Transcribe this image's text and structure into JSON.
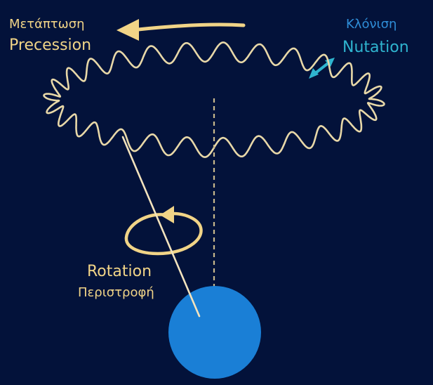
{
  "diagram": {
    "precession": {
      "greek": "Μετάπτωση",
      "english": "Precession",
      "color": "#f1d487"
    },
    "nutation": {
      "greek": "Κλόνιση",
      "english": "Nutation",
      "greek_color": "#2f8ed8",
      "english_color": "#2fb4cf"
    },
    "rotation": {
      "english": "Rotation",
      "greek": "Περιστροφή",
      "color": "#f1d487"
    },
    "colors": {
      "background": "#03123a",
      "planet": "#1a7fd6",
      "wave_path": "#e8d8a8",
      "axis_line": "#f3e3bd",
      "dashed_axis": "#c9b98c",
      "nutation_arrow": "#2fb4cf"
    }
  }
}
